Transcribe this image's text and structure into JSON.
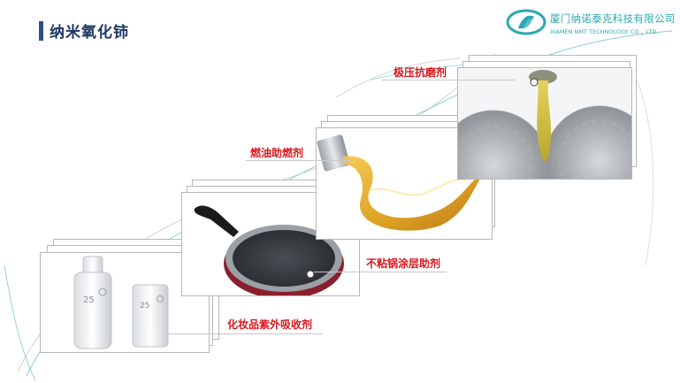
{
  "page": {
    "title": "纳米氧化铈"
  },
  "logo": {
    "name_cn": "厦门纳诺泰克科技有限公司",
    "name_en": "XIAMEN NMT TECHNOLOGY CO.，LTD."
  },
  "applications": [
    {
      "label": "化妆品紫外吸收剂",
      "icon": "cosmetics-bottles",
      "badge_text": "25"
    },
    {
      "label": "不粘锅涂层助剂",
      "icon": "frying-pan"
    },
    {
      "label": "燃油助燃剂",
      "icon": "fuel-pouring"
    },
    {
      "label": "极压抗磨剂",
      "icon": "gears-oil"
    }
  ],
  "colors": {
    "title": "#1f3764",
    "accent_bar": "#2f4f86",
    "label": "#d6181e",
    "logo": "#2aa8b2",
    "curve": "#2aa8b2"
  }
}
